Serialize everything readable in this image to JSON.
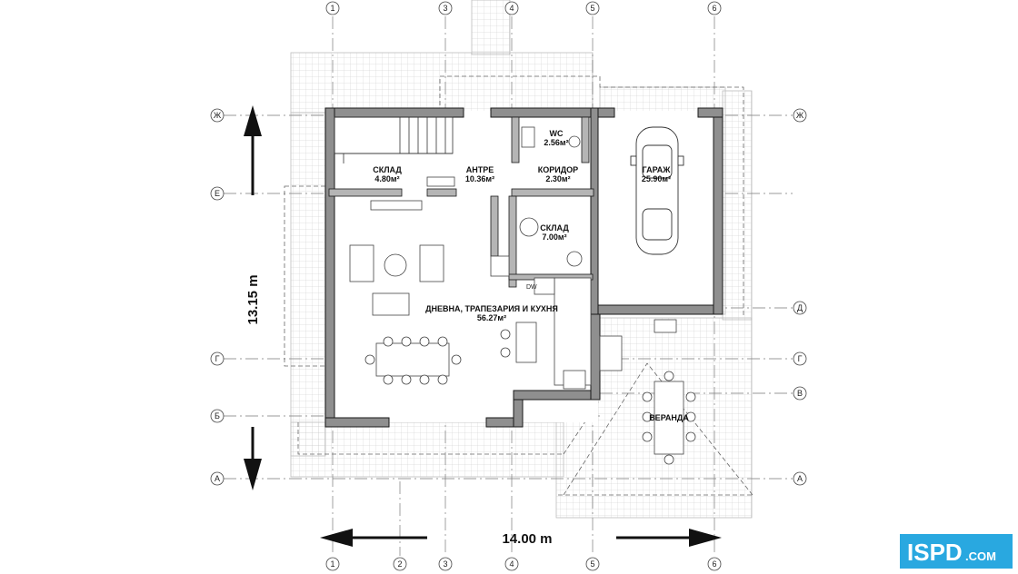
{
  "rooms": [
    {
      "name": "WC",
      "area": "2.56м²"
    },
    {
      "name": "СКЛАД",
      "area": "4.80м²"
    },
    {
      "name": "АНТРЕ",
      "area": "10.36м²"
    },
    {
      "name": "КОРИДОР",
      "area": "2.30м²"
    },
    {
      "name": "ГАРАЖ",
      "area": "25.90м²"
    },
    {
      "name": "СКЛАД",
      "area": "7.00м²"
    },
    {
      "name": "ДНЕВНА, ТРАПЕЗАРИЯ И КУХНЯ",
      "area": "56.27м²"
    },
    {
      "name": "ВЕРАНДА",
      "area": ""
    }
  ],
  "axes_vertical": [
    "1",
    "3",
    "4",
    "5",
    "6",
    "1",
    "2",
    "3",
    "4",
    "5",
    "6"
  ],
  "axes_horizontal": [
    "Ж",
    "Е",
    "Д",
    "Г",
    "В",
    "Б",
    "А"
  ],
  "dimensions": {
    "width": "14.00 m",
    "height": "13.15 m"
  },
  "fixtures": {
    "dw": "DW"
  },
  "logo": {
    "text": "ISPD",
    "suffix": ".COM",
    "bg_color": "#29a8e0"
  }
}
